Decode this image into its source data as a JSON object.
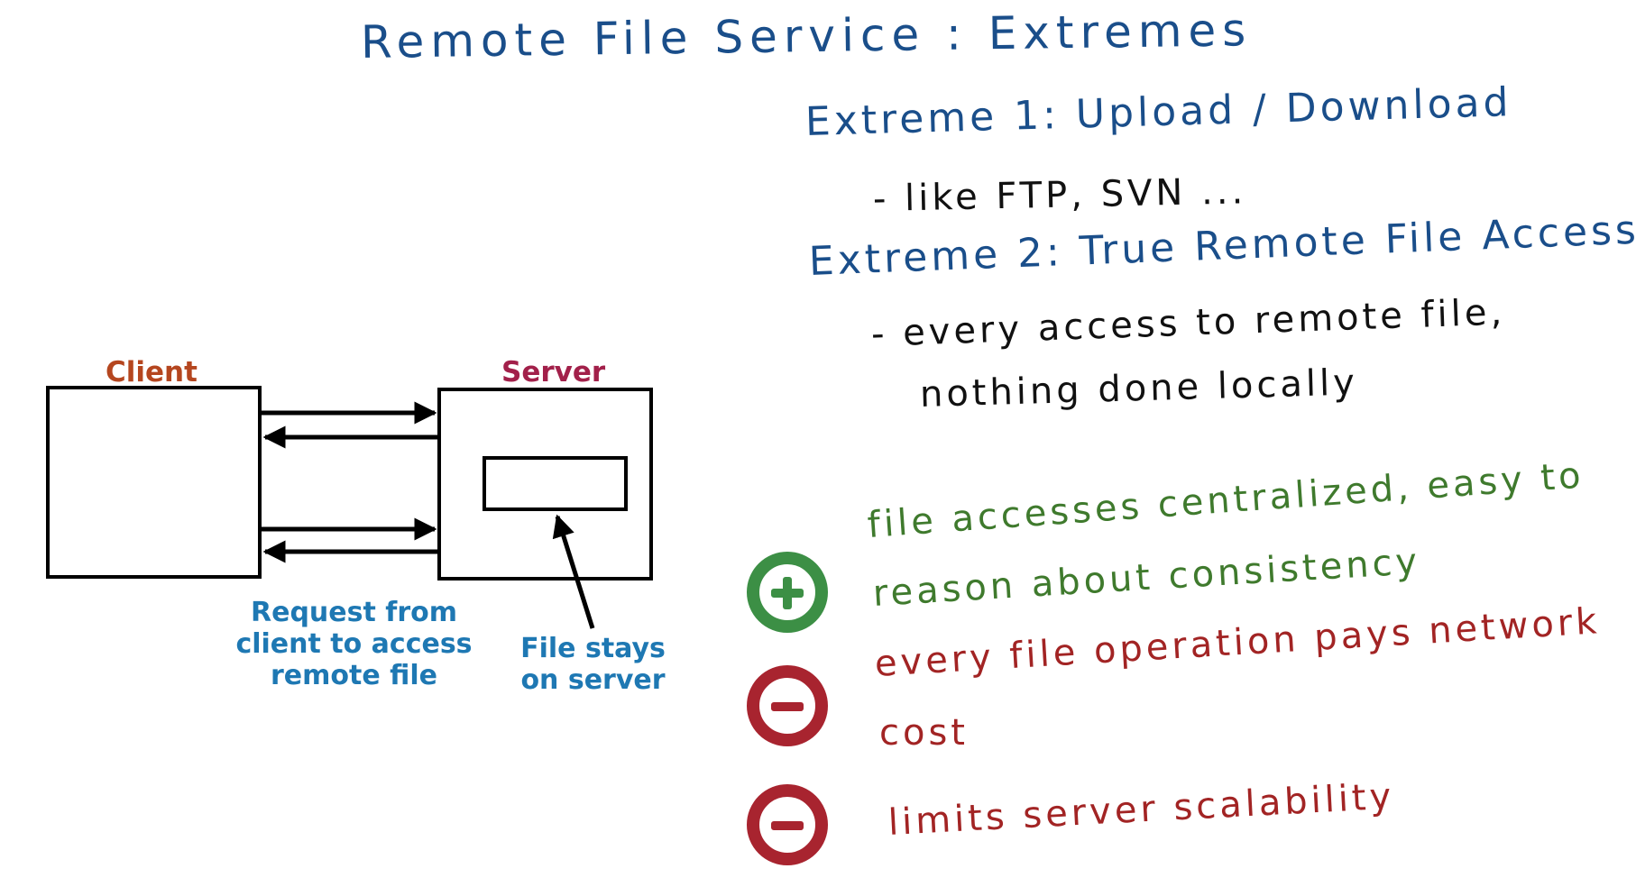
{
  "title": "Remote File Service : Extremes",
  "extremes": [
    {
      "heading": "Extreme 1: Upload / Download",
      "notes": [
        "- like FTP, SVN ..."
      ]
    },
    {
      "heading": "Extreme 2: True Remote File Access",
      "notes": [
        "- every access to remote file,",
        "nothing done locally"
      ]
    }
  ],
  "diagram": {
    "client_label": "Client",
    "server_label": "Server",
    "request_caption": "Request from client to access remote file",
    "file_caption": "File stays on server",
    "colors": {
      "client": "#b5461f",
      "server": "#a2204a",
      "caption": "#1e78b3"
    }
  },
  "pros_cons": [
    {
      "kind": "pro",
      "icon": "plus-circle-icon",
      "lines": [
        "file accesses centralized, easy to",
        "reason about consistency"
      ]
    },
    {
      "kind": "con",
      "icon": "minus-circle-icon",
      "lines": [
        "every file operation pays network",
        "cost"
      ]
    },
    {
      "kind": "con",
      "icon": "minus-circle-icon",
      "lines": [
        "limits server scalability"
      ]
    }
  ],
  "colors": {
    "heading": "#1a4e8a",
    "pro": "#3f7a2d",
    "con": "#a22424"
  }
}
